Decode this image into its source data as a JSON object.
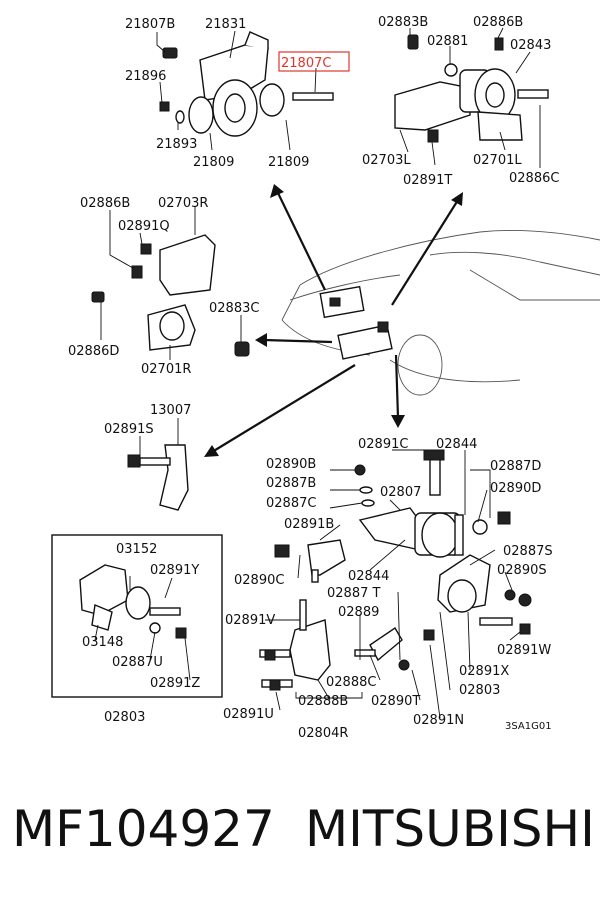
{
  "callouts": [
    {
      "id": "21807B",
      "text": "21807B"
    },
    {
      "id": "21831",
      "text": "21831"
    },
    {
      "id": "21807C",
      "text": "21807C"
    },
    {
      "id": "21896",
      "text": "21896"
    },
    {
      "id": "21893",
      "text": "21893"
    },
    {
      "id": "21809a",
      "text": "21809"
    },
    {
      "id": "21809b",
      "text": "21809"
    },
    {
      "id": "02883B",
      "text": "02883B"
    },
    {
      "id": "02886B_top",
      "text": "02886B"
    },
    {
      "id": "02881",
      "text": "02881"
    },
    {
      "id": "02843",
      "text": "02843"
    },
    {
      "id": "02703L",
      "text": "02703L"
    },
    {
      "id": "02701L",
      "text": "02701L"
    },
    {
      "id": "02891T",
      "text": "02891T"
    },
    {
      "id": "02886C",
      "text": "02886C"
    },
    {
      "id": "02886B_left",
      "text": "02886B"
    },
    {
      "id": "02703R",
      "text": "02703R"
    },
    {
      "id": "02891Q",
      "text": "02891Q"
    },
    {
      "id": "02883C",
      "text": "02883C"
    },
    {
      "id": "02886D",
      "text": "02886D"
    },
    {
      "id": "02701R",
      "text": "02701R"
    },
    {
      "id": "13007",
      "text": "13007"
    },
    {
      "id": "02891S",
      "text": "02891S"
    },
    {
      "id": "02891C",
      "text": "02891C"
    },
    {
      "id": "02844_top",
      "text": "02844"
    },
    {
      "id": "02890B",
      "text": "02890B"
    },
    {
      "id": "02887D",
      "text": "02887D"
    },
    {
      "id": "02887B",
      "text": "02887B"
    },
    {
      "id": "02890D",
      "text": "02890D"
    },
    {
      "id": "02807",
      "text": "02807"
    },
    {
      "id": "02887C",
      "text": "02887C"
    },
    {
      "id": "02891B",
      "text": "02891B"
    },
    {
      "id": "03152",
      "text": "03152"
    },
    {
      "id": "02891Y",
      "text": "02891Y"
    },
    {
      "id": "02890C",
      "text": "02890C"
    },
    {
      "id": "02844_bottom",
      "text": "02844"
    },
    {
      "id": "02887S",
      "text": "02887S"
    },
    {
      "id": "02890S",
      "text": "02890S"
    },
    {
      "id": "02887T",
      "text": "02887 T"
    },
    {
      "id": "02889",
      "text": "02889"
    },
    {
      "id": "02891V",
      "text": "02891V"
    },
    {
      "id": "03148",
      "text": "03148"
    },
    {
      "id": "02887U",
      "text": "02887U"
    },
    {
      "id": "02891W",
      "text": "02891W"
    },
    {
      "id": "02891Z",
      "text": "02891Z"
    },
    {
      "id": "02888C",
      "text": "02888C"
    },
    {
      "id": "02891X",
      "text": "02891X"
    },
    {
      "id": "02803_mid",
      "text": "02803"
    },
    {
      "id": "02890T",
      "text": "02890T"
    },
    {
      "id": "02888B",
      "text": "02888B"
    },
    {
      "id": "02891U",
      "text": "02891U"
    },
    {
      "id": "02891N",
      "text": "02891N"
    },
    {
      "id": "02803_box",
      "text": "02803"
    },
    {
      "id": "02804R",
      "text": "02804R"
    }
  ],
  "figure_code": "3SA1G01",
  "highlight_color": "#e0352b",
  "footer": {
    "part_number": "MF104927",
    "brand": "MITSUBISHI"
  }
}
